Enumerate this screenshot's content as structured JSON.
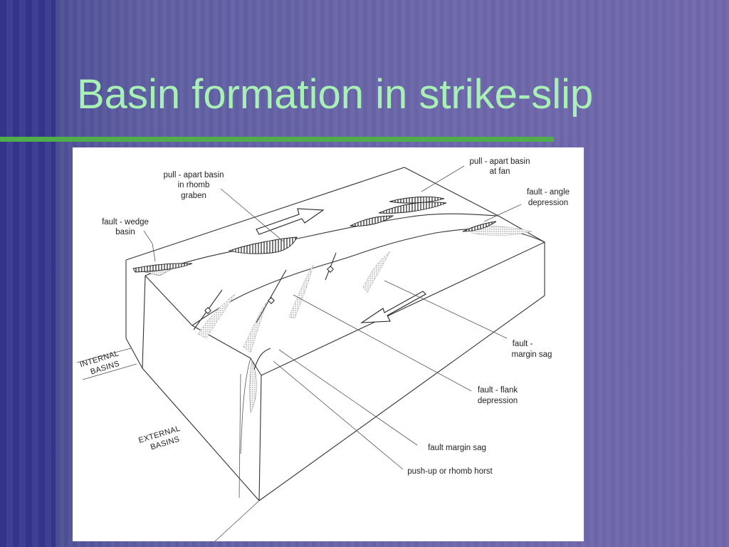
{
  "slide": {
    "title": "Basin formation in strike-slip",
    "colors": {
      "title": "#a9f0b6",
      "rule": "#4fae4a",
      "background": "#5a5a9c"
    }
  },
  "diagram": {
    "labels": {
      "pull_apart_rhomb": [
        "pull - apart basin",
        "in rhomb",
        "graben"
      ],
      "pull_apart_fan": [
        "pull - apart basin",
        "at fan"
      ],
      "fault_angle": [
        "fault - angle",
        "depression"
      ],
      "fault_wedge": [
        "fault - wedge",
        "basin"
      ],
      "fault_margin_sag_right": [
        "fault -",
        "margin sag"
      ],
      "fault_flank": [
        "fault - flank",
        "depression"
      ],
      "fault_margin_sag": "fault margin sag",
      "push_up": "push-up or rhomb horst",
      "internal_basins": [
        "INTERNAL",
        "BASINS"
      ],
      "external_basins": [
        "EXTERNAL",
        "BASINS"
      ]
    }
  }
}
